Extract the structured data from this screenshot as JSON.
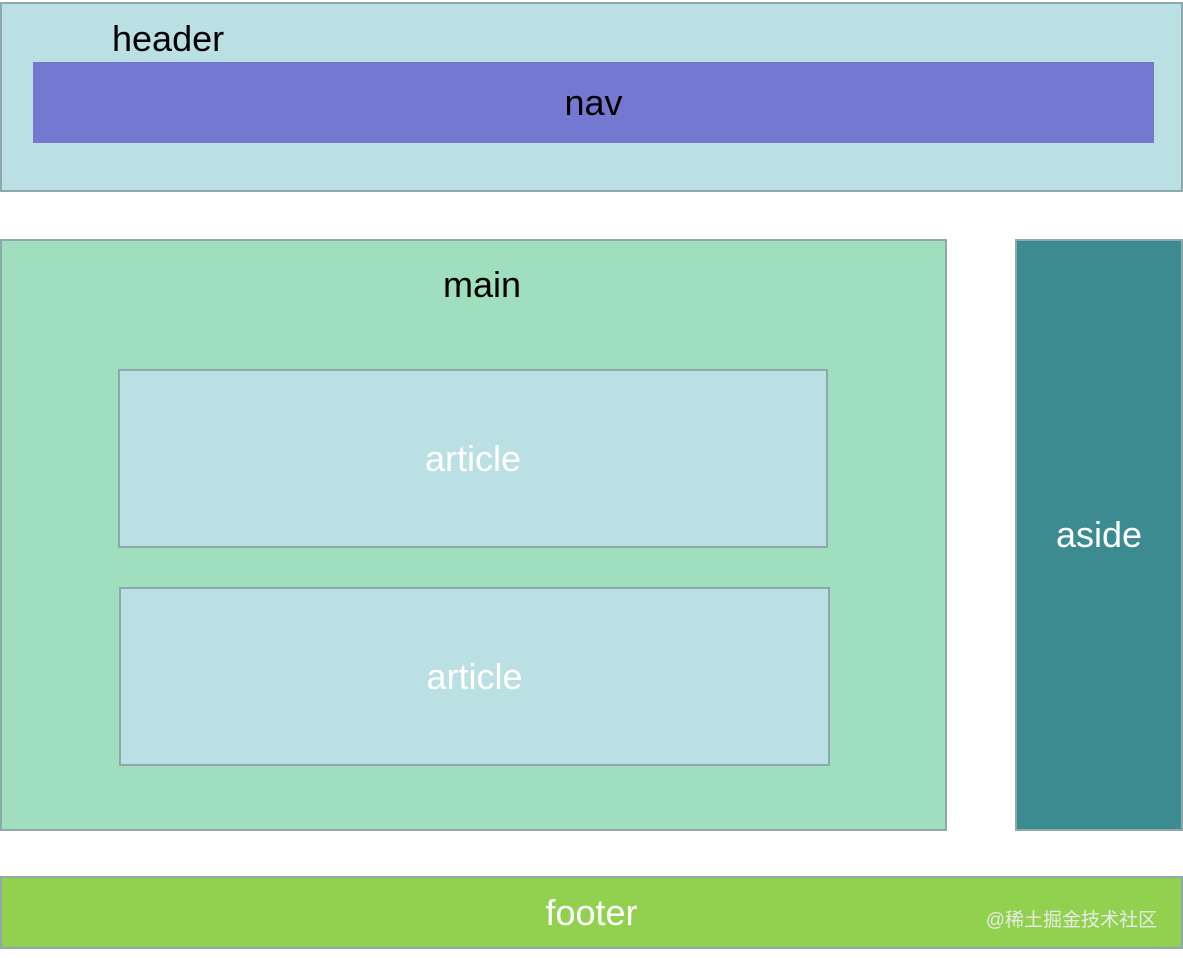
{
  "colors": {
    "header": "#bbe0e3",
    "nav": "#7578d1",
    "main": "#9fdfbd",
    "article": "#bbe0e3",
    "aside": "#3c8b91",
    "footer": "#92d050",
    "dark_text": "#000000",
    "light_text": "#ffffff",
    "watermark": "#e6ece3"
  },
  "boxes": {
    "header": "header",
    "nav": "nav",
    "main": "main",
    "article_1": "article",
    "article_2": "article",
    "aside": "aside",
    "footer": "footer"
  },
  "watermark": "@稀土掘金技术社区"
}
